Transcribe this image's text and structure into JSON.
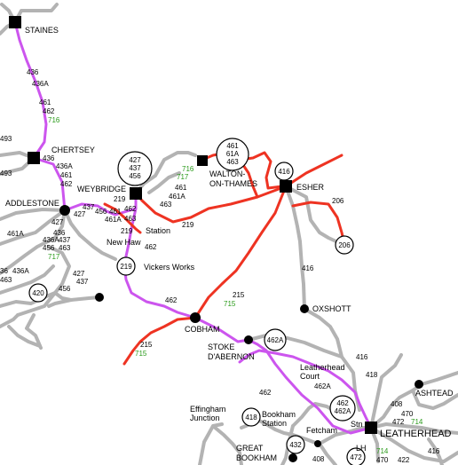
{
  "colors": {
    "purple_route": "#cc55ee",
    "red_route": "#ee3322",
    "grey_route": "#b3b3b3",
    "green_route_number": "#2a9a1a"
  },
  "places": {
    "staines": "STAINES",
    "chertsey": "CHERTSEY",
    "addlestone": "ADDLESTONE",
    "weybridge": "WEYBRIDGE",
    "weybridge_station": "Station",
    "walton_1": "WALTON-",
    "walton_2": "ON-THAMES",
    "esher": "ESHER",
    "new_haw": "New Haw",
    "vickers_works": "Vickers Works",
    "cobham": "COBHAM",
    "oxshott": "OXSHOTT",
    "stoke_1": "STOKE",
    "stoke_2": "D'ABERNON",
    "leatherhead_court_1": "Leatherhead",
    "leatherhead_court_2": "Court",
    "ashtead": "ASHTEAD",
    "leatherhead": "LEATHERHEAD",
    "leatherhead_stn": "Stn",
    "effingham_1": "Effingham",
    "effingham_2": "Junction",
    "bookham_1": "Bookham",
    "bookham_2": "Station",
    "fetcham": "Fetcham",
    "great_bookham_1": "GREAT",
    "great_bookham_2": "BOOKHAM",
    "lh": "LH"
  },
  "badges": {
    "weybridge_badge": [
      "427",
      "437",
      "456"
    ],
    "walton_badge": [
      "461",
      "61A",
      "463"
    ],
    "esher_badge": [
      "416"
    ],
    "badge_206": [
      "206"
    ],
    "badge_219": [
      "219"
    ],
    "badge_420": [
      "420"
    ],
    "stoke_badge": [
      "462A"
    ],
    "leatherhead_badge": [
      "462",
      "462A"
    ],
    "bookham_badge": [
      "418"
    ],
    "badge_432": [
      "432"
    ],
    "badge_472": [
      "472"
    ]
  },
  "route_labels": {
    "s1": "436",
    "s2": "436A",
    "s3": "461",
    "s4": "462",
    "s5": "716",
    "c1": "436",
    "c2": "436A",
    "c3": "461",
    "c4": "462",
    "l493a": "493",
    "l493b": "493",
    "w1": "219",
    "a1": "437",
    "a2": "427",
    "a3": "456",
    "a4": "461",
    "a5": "461A",
    "a6": "462",
    "a7": "463",
    "a8": "427",
    "a9": "461A",
    "a10": "436",
    "a11": "436A",
    "a12": "437",
    "a13": "456",
    "a14": "463",
    "a15": "717",
    "nh1": "427",
    "nh2": "437",
    "nh3": "456",
    "f1": "36",
    "f2": "436A",
    "f3": "463",
    "ws1": "219",
    "ws2": "462",
    "wl1": "716",
    "wl2": "717",
    "wl3": "461",
    "wl4": "461A",
    "wl5": "463",
    "r219": "219",
    "e206": "206",
    "e416": "416",
    "cb1": "462",
    "cb2": "215",
    "cb3": "715",
    "cb4": "215",
    "cb5": "715",
    "sk1": "462",
    "lc1": "416",
    "lc2": "462A",
    "lc3": "418",
    "as1": "408",
    "as2": "470",
    "as3": "472",
    "as4": "714",
    "fb1": "408",
    "lhb1": "714",
    "lhb2": "470",
    "lhb3": "422",
    "lhb4": "416",
    "lhs1": "714"
  }
}
